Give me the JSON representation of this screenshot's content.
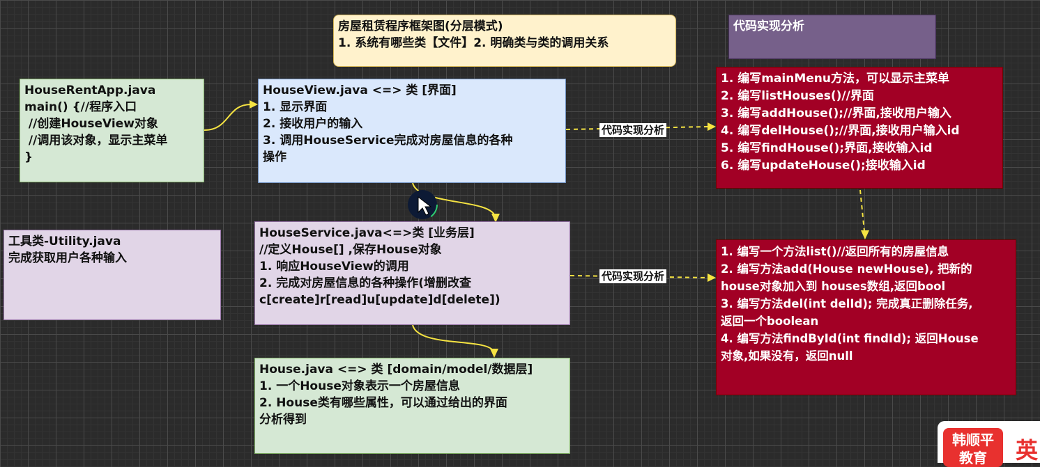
{
  "title_box": {
    "text": "房屋租赁程序框架图(分层模式)\n1. 系统有哪些类【文件】2. 明确类与类的调用关系"
  },
  "analysis_header": {
    "text": "代码实现分析"
  },
  "app_box": {
    "text": "HouseRentApp.java\nmain() {//程序入口\n //创建HouseView对象\n //调用该对象，显示主菜单\n}"
  },
  "view_box": {
    "text": "HouseView.java <=> 类 [界面]\n1. 显示界面\n2. 接收用户的输入\n3. 调用HouseService完成对房屋信息的各种\n操作"
  },
  "utility_box": {
    "text": "工具类-Utility.java\n完成获取用户各种输入"
  },
  "service_box": {
    "text": "HouseService.java<=>类 [业务层]\n//定义House[] ,保存House对象\n1. 响应HouseView的调用\n2. 完成对房屋信息的各种操作(增删改查\nc[create]r[read]u[update]d[delete])"
  },
  "model_box": {
    "text": "House.java <=> 类 [domain/model/数据层]\n1. 一个House对象表示一个房屋信息\n2. House类有哪些属性，可以通过给出的界面\n分析得到"
  },
  "view_tasks": {
    "text": "1. 编写mainMenu方法，可以显示主菜单\n2. 编写listHouses()//界面\n3. 编写addHouse();//界面,接收用户输入\n4. 编写delHouse();//界面,接收用户输入id\n5. 编写findHouse();界面,接收输入id\n6. 编写updateHouse();接收输入id"
  },
  "service_tasks": {
    "text": "1. 编写一个方法list()//返回所有的房屋信息\n2. 编写方法add(House newHouse), 把新的\nhouse对象加入到 houses数组,返回bool\n3. 编写方法del(int delId); 完成真正删除任务,\n返回一个boolean\n4. 编写方法findById(int findId); 返回House\n对象,如果没有，返回null"
  },
  "edge_labels": {
    "view_to_tasks": "代码实现分析",
    "service_to_tasks": "代码实现分析"
  },
  "badge": {
    "seal": "韩顺平\n教育",
    "text": "英"
  },
  "colors": {
    "background": "#2b2b2b",
    "green": "#d5e8d4",
    "blue": "#dae8fc",
    "lavender": "#e1d5e7",
    "crimson": "#a20025",
    "title": "#fff2cc",
    "header": "#76608a",
    "connector": "#f5e342"
  }
}
